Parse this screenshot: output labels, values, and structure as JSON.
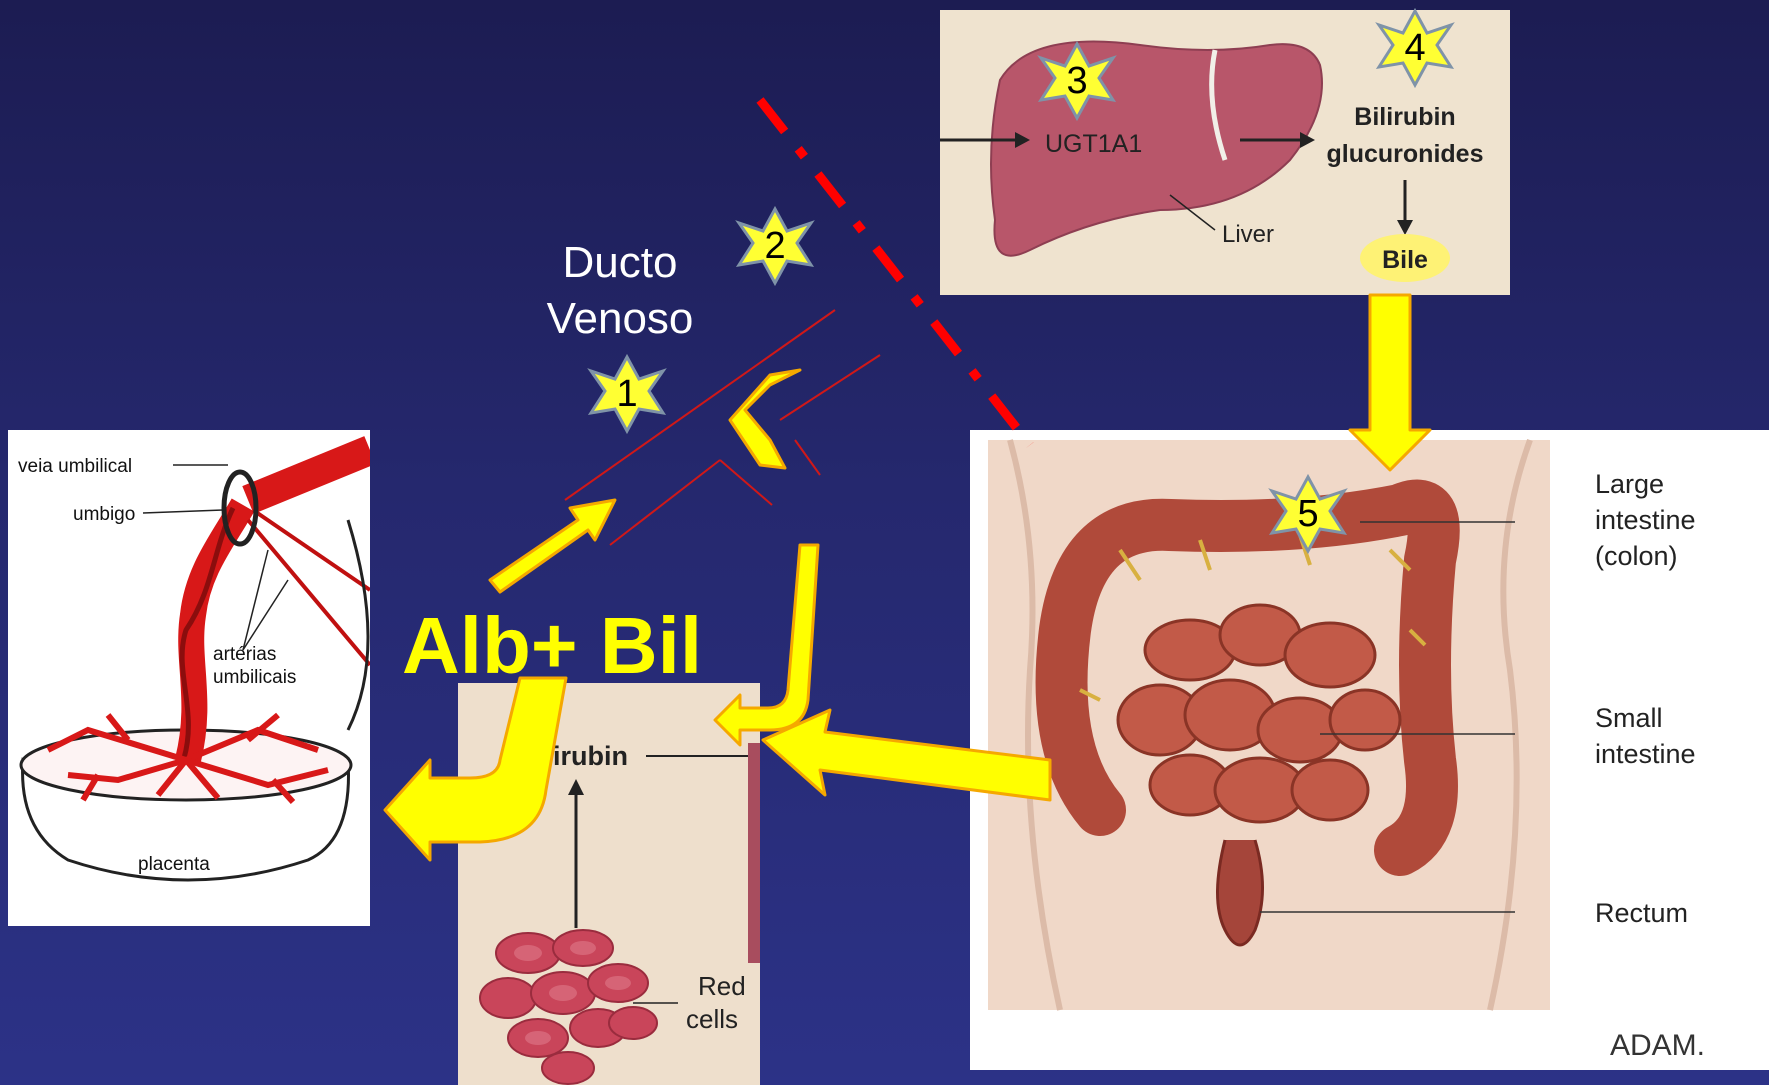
{
  "overlay": {
    "ducto_line1": "Ducto",
    "ducto_line2": "Venoso",
    "alb_bil": "Alb+ Bil"
  },
  "steps": [
    "1",
    "2",
    "3",
    "4",
    "5"
  ],
  "placenta_figure": {
    "veia": "veia umbilical",
    "umbigo": "umbigo",
    "arterias_line1": "artérias",
    "arterias_line2": "umbilicais",
    "placenta": "placenta"
  },
  "liver_figure": {
    "ugt": "UGT1A1",
    "liver": "Liver",
    "product_line1": "Bilirubin",
    "product_line2": "glucuronides",
    "bile": "Bile"
  },
  "rbc_figure": {
    "bilirubin": "irubin",
    "red": "Red",
    "cells": "cells"
  },
  "intestine_figure": {
    "large_line1": "Large",
    "large_line2": "intestine",
    "large_line3": "(colon)",
    "small_line1": "Small",
    "small_line2": "intestine",
    "rectum": "Rectum",
    "logo": "ADAM."
  },
  "colors": {
    "background": "#25286e",
    "arrow_fill": "#ffff00",
    "arrow_stroke": "#f5a800",
    "star_fill": "#ffff33",
    "star_stroke": "#7f93a8",
    "dash_line": "#ff0000",
    "liver": "#b8566a",
    "vessel": "#e01010",
    "rbc": "#c9455a",
    "intestine": "#b04a3a"
  }
}
